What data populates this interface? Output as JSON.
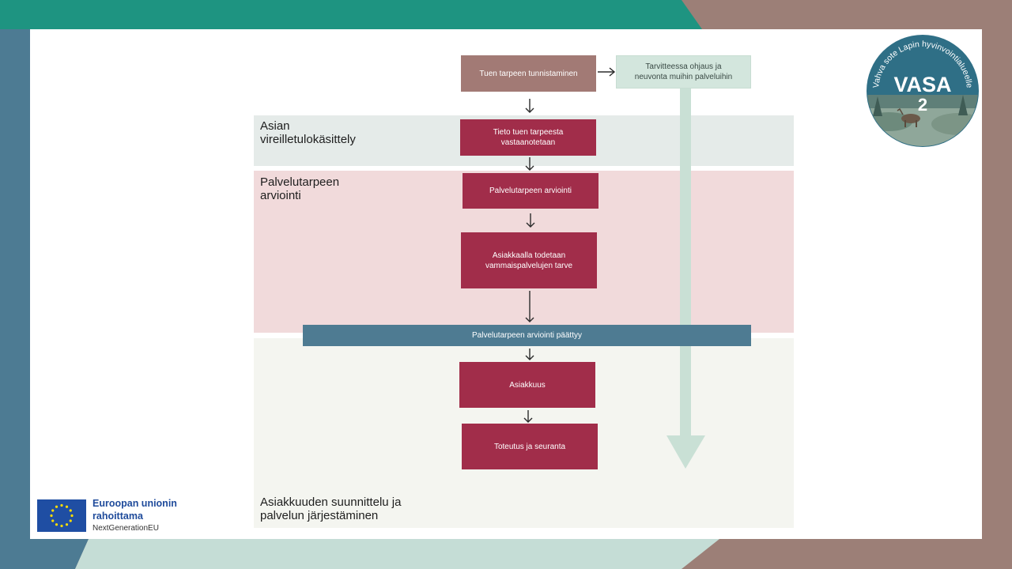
{
  "colors": {
    "crimson": "#a12d4a",
    "mauve": "#a27a75",
    "mint": "#d3e6dd",
    "steel_blue": "#4e7b92",
    "teal": "#1e9481",
    "frame_blue": "#4d7b93"
  },
  "phases": {
    "phase1": "Asian\nvireilletulokäsittely",
    "phase2": "Palvelutarpeen\narviointi",
    "phase3": "Asiakkuuden suunnittelu ja\n palvelun järjestäminen"
  },
  "steps": {
    "identify": "Tuen tarpeen tunnistaminen",
    "guidance": "Tarvitteessa ohjaus ja\nneuvonta muihin palveluihin",
    "received": "Tieto tuen tarpeesta\nvastaanotetaan",
    "assessment": "Palvelutarpeen arviointi",
    "need_confirmed": "Asiakkaalla todetaan\nvammaispalvelujen tarve",
    "assessment_ended": "Palvelutarpeen arviointi päättyy",
    "clientship": "Asiakkuus",
    "implementation": "Toteutus ja seuranta"
  },
  "eu": {
    "line1": "Euroopan unionin",
    "line2": "rahoittama",
    "line3": "NextGenerationEU"
  },
  "logo": {
    "ring_text": "Vahva sote Lapin hyvinvointialueelle",
    "title": "VASA",
    "number": "2",
    "icon": "reindeer-winter-landscape-icon"
  }
}
